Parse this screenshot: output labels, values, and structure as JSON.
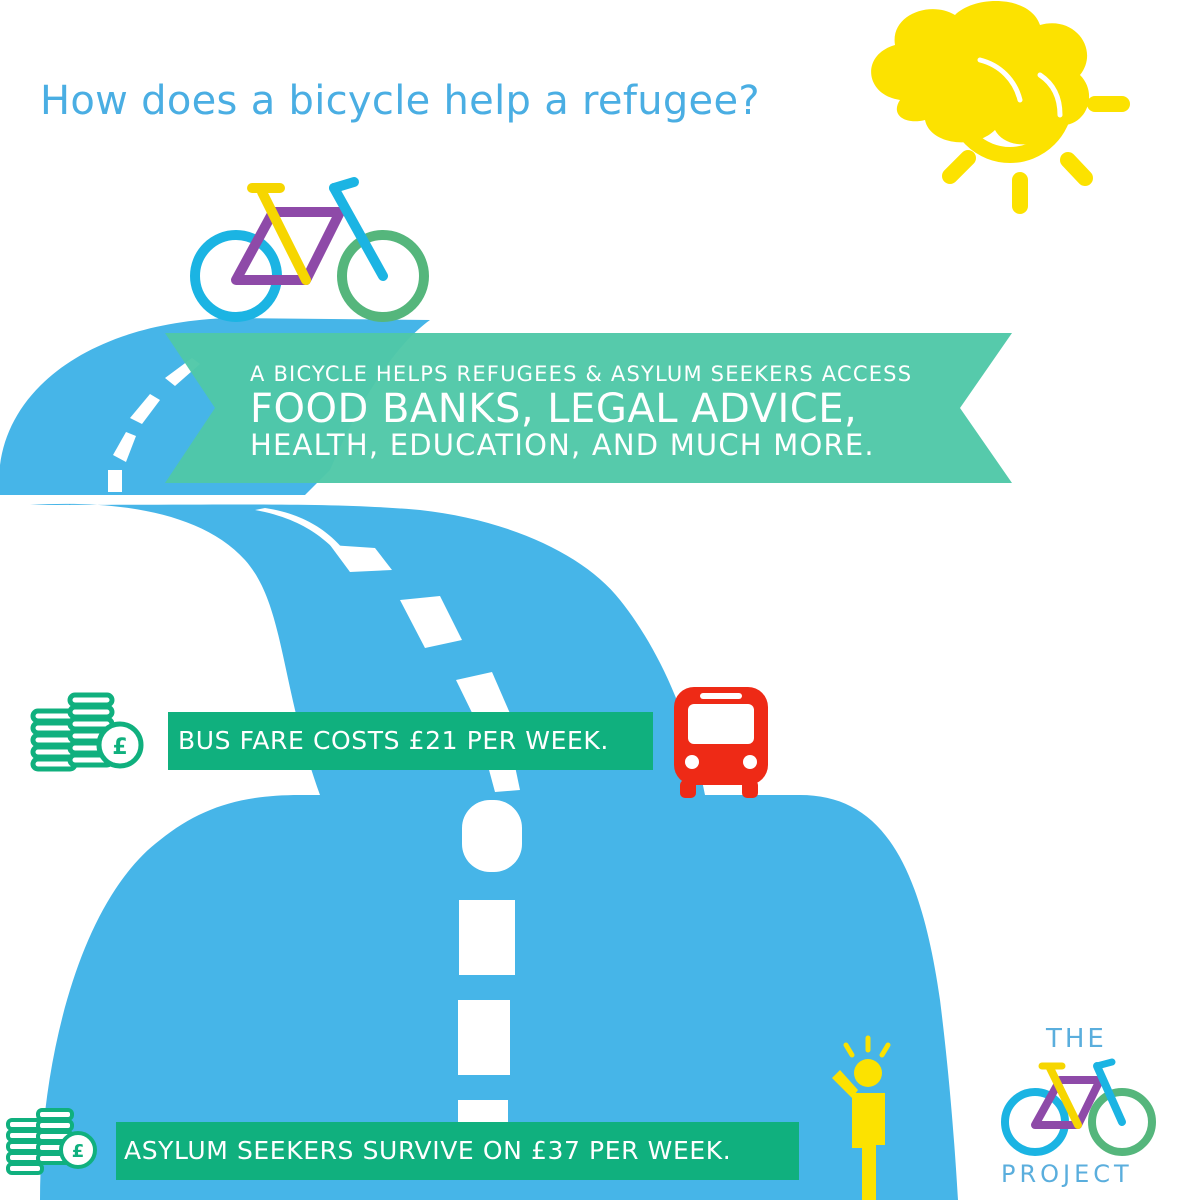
{
  "headline": "How does a bicycle help a refugee?",
  "banner": {
    "line1": "A BICYCLE HELPS REFUGEES & ASYLUM SEEKERS ACCESS",
    "line2": "FOOD BANKS, LEGAL ADVICE,",
    "line3": "HEALTH, EDUCATION, AND MUCH MORE."
  },
  "bus_fare_text": "BUS FARE COSTS £21 PER WEEK.",
  "asylum_text": "ASYLUM SEEKERS SURVIVE ON £37 PER WEEK.",
  "coin_symbol": "£",
  "logo": {
    "top_word": "THE",
    "bottom_word": "PROJECT"
  },
  "icons": {
    "sun": "sun-icon",
    "cloud": "cloud-icon",
    "bicycle": "bicycle-icon",
    "bus": "bus-icon",
    "coins": "coin-stack-icon",
    "person": "raising-hand-person-icon"
  },
  "colors": {
    "road": "#46b5e8",
    "banner": "#4fc8a8",
    "label": "#10b07e",
    "sun": "#fce200",
    "bus": "#ee2a16",
    "headline": "#4aaee3",
    "bike_blue": "#1bb4e3",
    "bike_yellow": "#f6d600",
    "bike_purple": "#8e4aa8",
    "bike_green": "#55b67c"
  }
}
